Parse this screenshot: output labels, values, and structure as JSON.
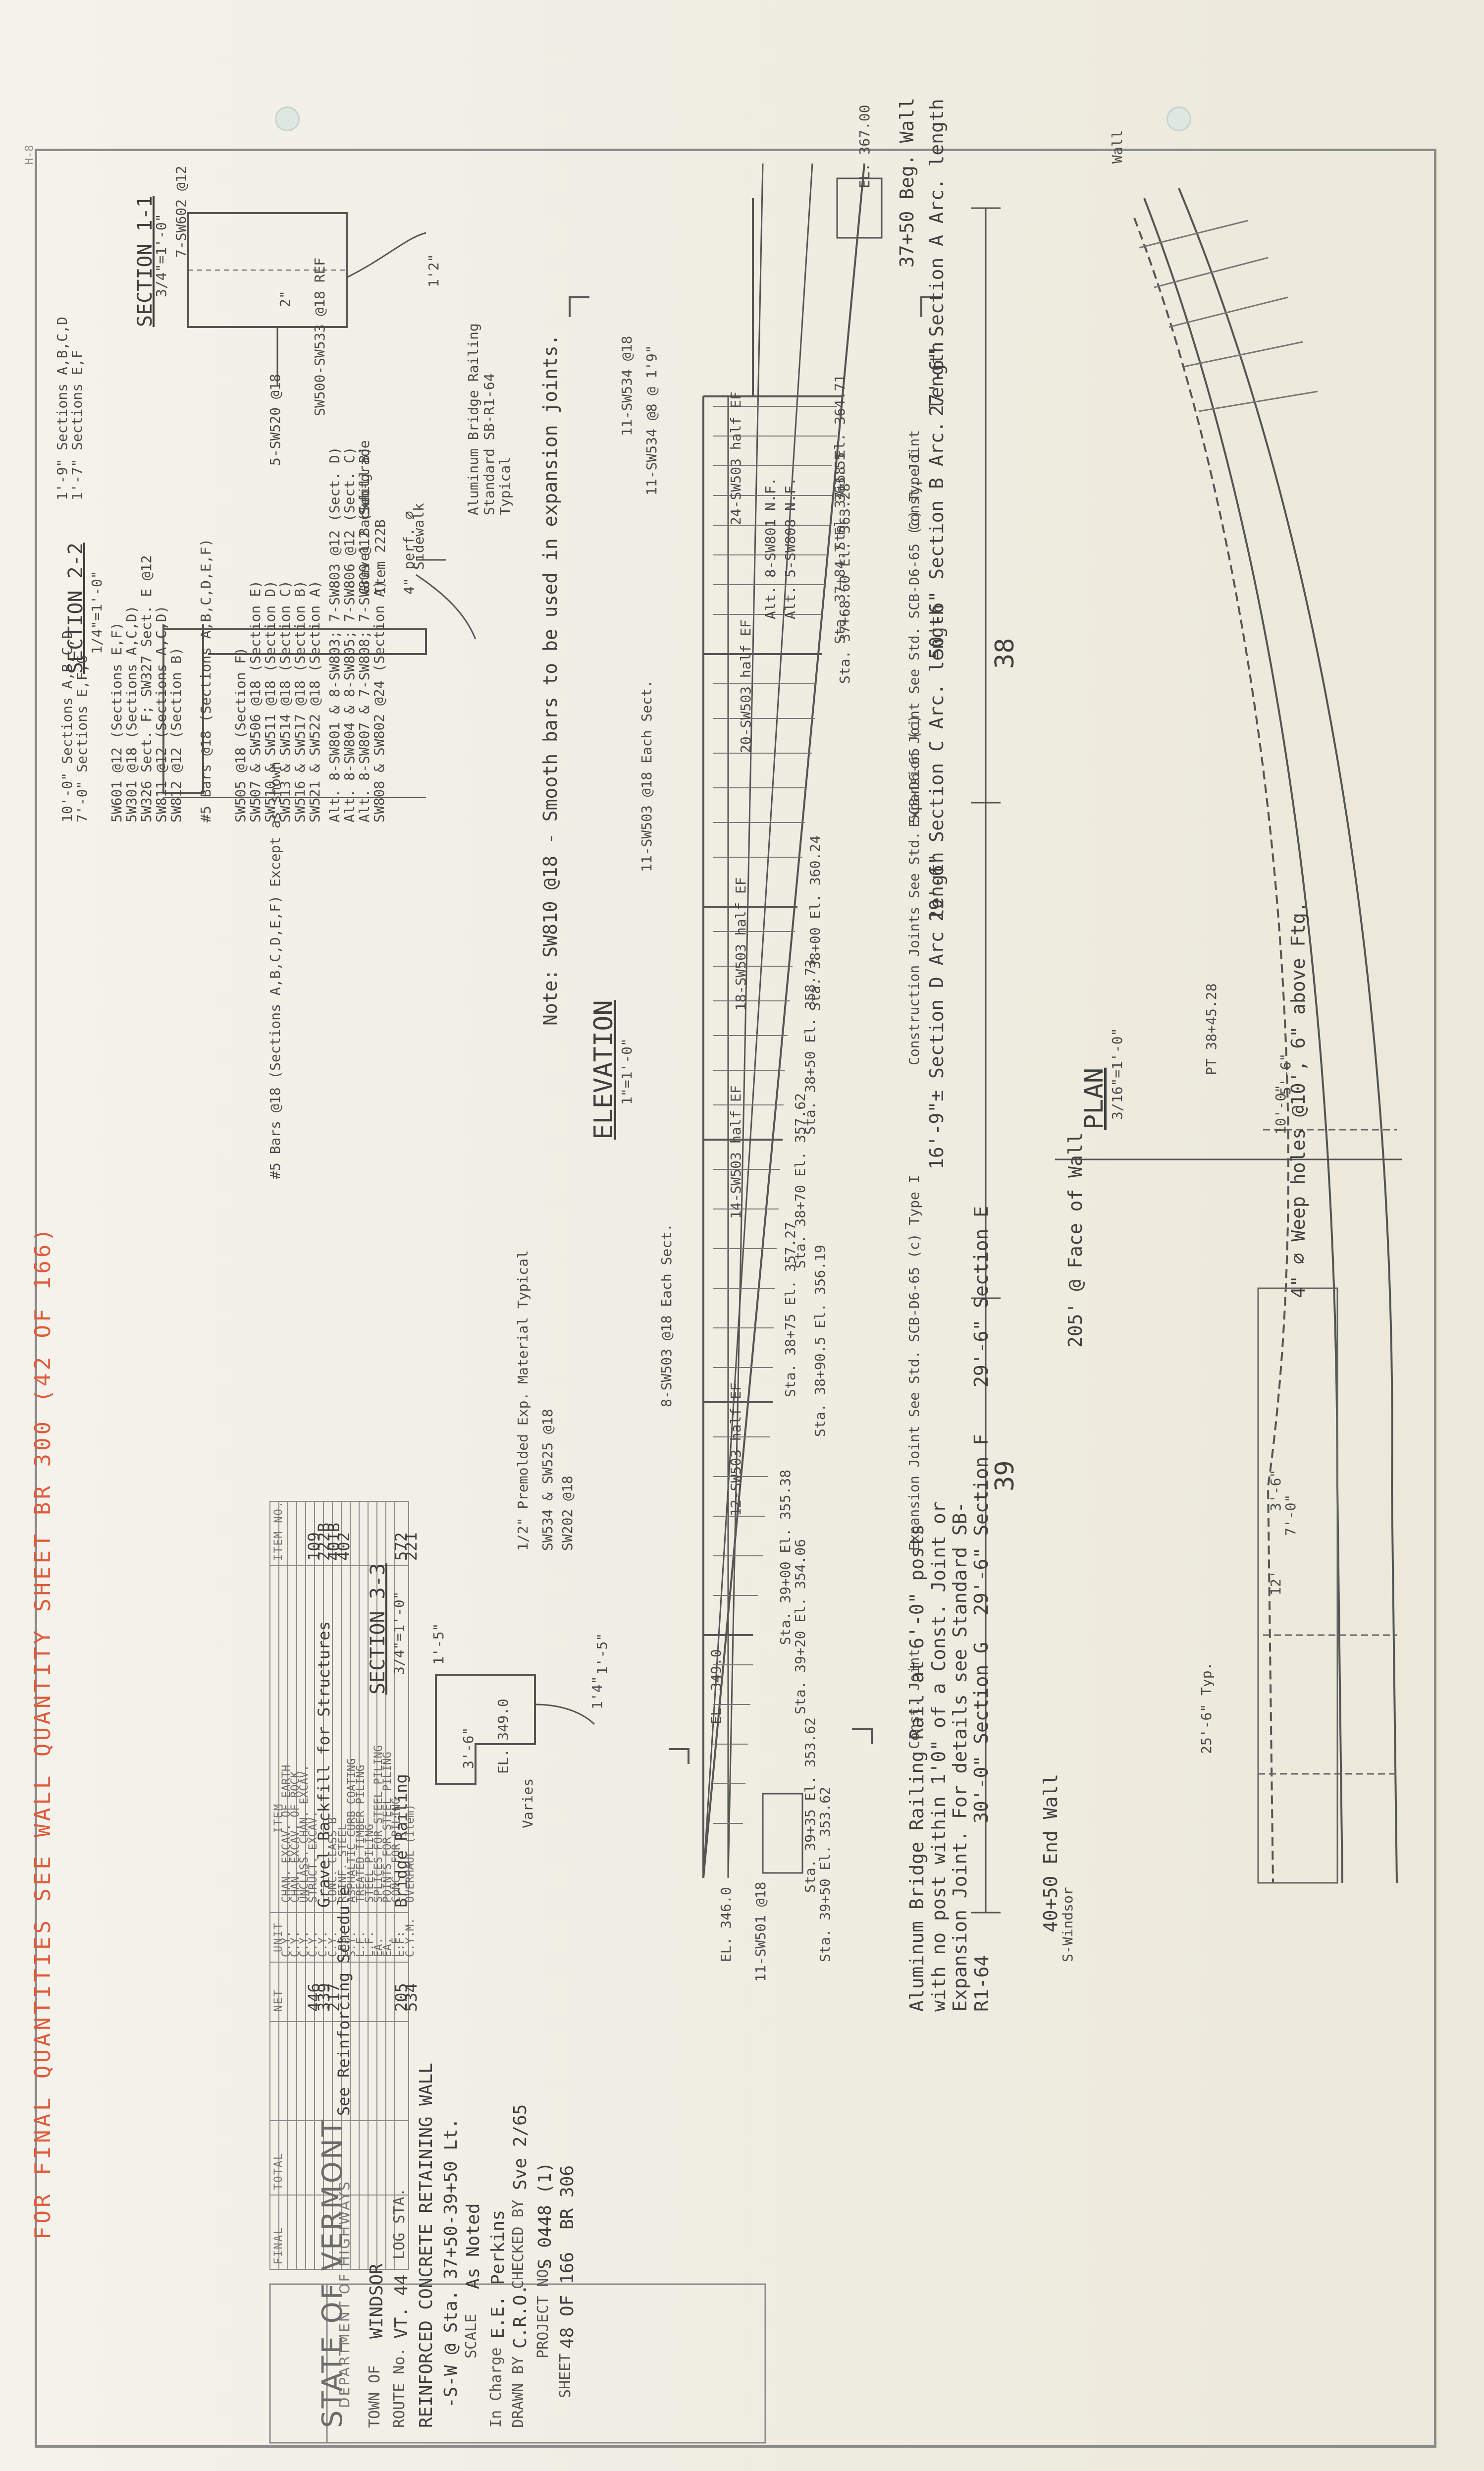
{
  "red_note": "FOR FINAL QUANTITIES SEE WALL QUANTITY SHEET BR 300 (42 OF 166)",
  "title_block": {
    "state": "STATE OF VERMONT",
    "department": "DEPARTMENT OF HIGHWAYS",
    "town_label": "TOWN OF",
    "town_value": "WINDSOR",
    "route_label": "ROUTE No.",
    "route_value": "VT. 44",
    "log_sta_label": "LOG STA.",
    "drawing_title": "REINFORCED CONCRETE RETAINING WALL",
    "location": "-S-W @ Sta. 37+50-39+50 Lt.",
    "scale_label": "SCALE",
    "scale_value": "As Noted",
    "in_charge_label": "In Charge",
    "in_charge_value": "E.E. Perkins",
    "drawn_label": "DRAWN BY",
    "drawn_value": "C.R.O.",
    "checked_label": "CHECKED BY",
    "checked_value": "Sve 2/65",
    "project_label": "PROJECT NO.",
    "project_value": "S 0448 (1)",
    "sheet_label": "SHEET",
    "sheet_value": "48 OF 166",
    "sheet_code": "BR 306"
  },
  "quantity_table": {
    "headers": [
      "ITEM NO.",
      "ITEM",
      "UNIT",
      "NET",
      "TOTAL",
      "FINAL"
    ],
    "rows": [
      {
        "no": "",
        "item": "CHAN. EXCAV. OF EARTH",
        "unit": "C.Y.",
        "net": ""
      },
      {
        "no": "",
        "item": "CHAN. EXCAV. OF ROCK",
        "unit": "C.Y.",
        "net": ""
      },
      {
        "no": "",
        "item": "UNCLASS. CHAN. EXCAV.",
        "unit": "C.Y.",
        "net": ""
      },
      {
        "no": "109",
        "item": "STRUCT. EXCAV.",
        "unit": "C.Y.",
        "net": "446"
      },
      {
        "no": "222B",
        "item": "Gravel Backfill for Structures",
        "unit": "C.Y.",
        "net": "339"
      },
      {
        "no": "401B",
        "item": "CONC. CLASS B",
        "unit": "C.Y.",
        "net": "217"
      },
      {
        "no": "402",
        "item": "REINF. STEEL",
        "unit": "LBS.",
        "net": "See Reinforcing Schedule"
      },
      {
        "no": "",
        "item": "ASPHALTIC CURB COATING",
        "unit": "S.Y.",
        "net": ""
      },
      {
        "no": "",
        "item": "TREATED TIMBER PILING",
        "unit": "L.F.",
        "net": ""
      },
      {
        "no": "",
        "item": "STEEL PILING",
        "unit": "L.F.",
        "net": ""
      },
      {
        "no": "",
        "item": "SPLICES FOR STEEL PILING",
        "unit": "EA.",
        "net": ""
      },
      {
        "no": "",
        "item": "POINTS FOR STEEL PILING",
        "unit": "EA.",
        "net": ""
      },
      {
        "no": "",
        "item": "CONC. FOR PILING",
        "unit": "L.F.",
        "net": ""
      },
      {
        "no": "572",
        "item": "Bridge Railing",
        "unit": "L.F.",
        "net": "205"
      },
      {
        "no": "221",
        "item": "OVERHAUL (Item)",
        "unit": "C.Y.M.",
        "net": "534"
      }
    ]
  },
  "plan": {
    "title": "PLAN",
    "scale": "3/16\"=1'-0\"",
    "stations": [
      "37+50 Beg. Wall",
      "40+50 End Wall",
      "PT 38+45.28"
    ],
    "dims": [
      "38",
      "39",
      "205' @ Face of Wall",
      "5'-6\"",
      "10'-0\"",
      "25'-6\" Typ.",
      "3'-6\"",
      "7'-0\"",
      "12'"
    ],
    "weep": "4\" ∅ Weep holes @10', 6\" above Ftg.",
    "grade_arrow": "S-Windsor",
    "wall_arrow": "Wall"
  },
  "elevation": {
    "title": "ELEVATION",
    "scale": "1\"=1'-0\"",
    "note": "Note: SW810 @18 - Smooth bars to be used in expansion joints.",
    "joints": [
      "Const. Joint",
      "Expansion Joint See Std. SCB-D6-65 (c) Type I",
      "Construction Joints See Std. SCB-D6-65 (c)",
      "Expansion Joint See Std. SCB-D6-65 (c) Type I",
      "Const. Joint"
    ],
    "sections": [
      "27'-6\" Section A Arc. length",
      "50'-6\" Section B Arc. length",
      "29'-6\" Section C Arc. length",
      "16'-9\"± Section D Arc length",
      "29'-6\" Section E",
      "29'-6\" Section F",
      "30'-0\" Section G"
    ],
    "station_elevs": [
      "EL. 367.00",
      "Sta. 37+68 El. 364.71",
      "Sta. 37+84.7 El. 363.55",
      "Sta. 37+68.60 El. 363.28",
      "Sta. 38+00 El. 360.24",
      "Sta. 38+50 El. 358.73",
      "Sta. 38+70 El. 357.62",
      "Sta. 38+75 El. 357.27",
      "Sta. 38+90.5 El. 356.19",
      "Sta. 39+00 El. 355.38",
      "Sta. 39+20 El. 354.06",
      "Sta. 39+35 El. 353.62",
      "Sta. 39+50 El. 353.62",
      "EL. 349.0",
      "EL. 346.0"
    ],
    "bars": [
      "11-SW534 @18",
      "11-SW534 @8 @ 1'9\"",
      "24-SW503 half EF",
      "20-SW503 half EF",
      "18-SW503 half EF",
      "14-SW503 half EF",
      "12-SW503 half EF",
      "8-SW503 @18 Each Sect.",
      "11-SW503 @18 Each Sect.",
      "11-SW501 @18",
      "Alt. 8-SW801 N.F.",
      "Alt. 5-SW808 N.F."
    ],
    "railing_note": "Aluminum Bridge Railing Rail at 6'-0\" posts with no post within 1'0\" of a Const. Joint or Expansion Joint. For details see Standard SB-R1-64",
    "premolded": "1/2\" Premolded Exp. Material Typical",
    "bar_note_1": "SW534 & SW525 @18",
    "bar_note_2": "SW202 @18"
  },
  "section_11": {
    "title": "SECTION 1-1",
    "scale": "3/4\"=1'-0\"",
    "labels": [
      "7-SW602 @12",
      "SW500-SW533 @18 REF",
      "5-SW520 @18",
      "1'2\"",
      "2\""
    ]
  },
  "section_22": {
    "title": "SECTION 2-2",
    "scale": "1/4\"=1'-0\"",
    "labels": [
      "Aluminum Bridge Railing Standard SB-R1-64 Typical",
      "Sidewalk",
      "Sub-grade",
      "Gravel Backfill Item 222B",
      "4\" perf. ∅",
      "1'-9\" Sections A,B,C,D",
      "1'-7\" Sections E,F",
      "10'-0\" Sections A,B,C,D",
      "7'-0\" Sections E,F,G",
      "5W601 @12 (Sections E,F)",
      "5W301 @18 (Sections A,C,D)",
      "5W326 Sect. F; SW327 Sect. E @12",
      "SW811 @12 (Sections A,C,D)",
      "SW812 @12 (Section B)",
      "#5 Bars @18 (Sections A,B,C,D,E,F)",
      "SW505 @18 (Section F)",
      "SW507 & SW506 @18 (Section E)",
      "SW510 & SW511 @18 (Section D)",
      "SW513 & SW514 @18 (Section C)",
      "SW516 & SW517 @18 (Section B)",
      "SW521 & SW522 @18 (Section A)",
      "Alt. 8-SW801 & 8-SW803; 7-SW803 @12 (Sect. D)",
      "Alt. 8-SW804 & 8-SW805; 7-SW806 @12 (Sect. C)",
      "Alt. 8-SW807 & 7-SW808; 7-SW809 @12 (Sect. B)",
      "SW808 & SW802 @24 (Section A)",
      "#5 Bars @18 (Sections A,B,C,D,E,F) Except as shown"
    ]
  },
  "section_33": {
    "title": "SECTION 3-3",
    "scale": "3/4\"=1'-0\"",
    "labels": [
      "1'-5\"",
      "Varies",
      "3'-6\"",
      "EL. 349.0",
      "1'4\"",
      "1'-5\""
    ]
  }
}
